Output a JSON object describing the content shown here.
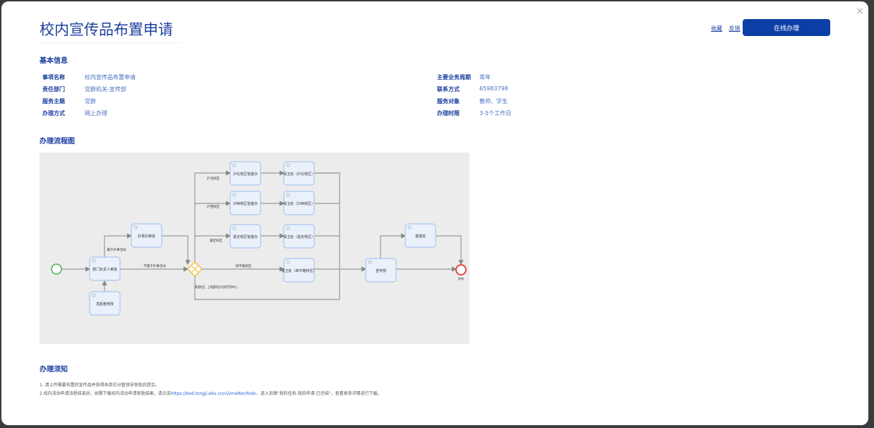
{
  "header": {
    "title": "校内宣传品布置申请",
    "favorite": "收藏",
    "feedback": "反馈",
    "apply_button": "在线办理",
    "close": "×"
  },
  "basic": {
    "heading": "基本信息",
    "left": [
      {
        "k": "事项名称",
        "v": "校内宣传品布置申请"
      },
      {
        "k": "责任部门",
        "v": "党群机关-宣传部"
      },
      {
        "k": "服务主题",
        "v": "党群"
      },
      {
        "k": "办理方式",
        "v": "网上办理"
      }
    ],
    "right": [
      {
        "k": "主要业务周期",
        "v": "常年"
      },
      {
        "k": "联系方式",
        "v": "65983798"
      },
      {
        "k": "服务对象",
        "v": "教师、学生"
      },
      {
        "k": "办理时限",
        "v": "3-5个工作日"
      }
    ]
  },
  "flow": {
    "heading": "办理流程图",
    "nodes": {
      "dept": "部门负责人审批",
      "initiator": "发起者修改",
      "foreign": "外事办审批",
      "hb": "沪北校区管委办",
      "hx": "沪西校区管委办",
      "jd": "嘉定校区管委办",
      "bw_hb": "保卫处（沪北校区）",
      "bw_hx": "保卫处（沪西校区）",
      "bw_jd": "保卫处（嘉定校区）",
      "bw_sp": "保卫处（四平路校区）",
      "xcb": "宣传部",
      "jj": "基建处",
      "end": "结束"
    },
    "edges": {
      "foreign_yes": "属于外事活动",
      "foreign_no": "不属于外事活动",
      "hb": "沪北校区",
      "hx": "沪西校区",
      "jd": "嘉定校区",
      "sp": "四平路校区",
      "other": "铁道校区、上海国际设计创新学院中心"
    }
  },
  "notes": {
    "heading": "办理须知",
    "line1": "1. 请上传需要布置的宣传品并获得各单位分管领导审批后提交。",
    "line2_pre": "2.校内活动申请流程结束后，如需下载校内活动申请审批结果，请点击",
    "link": "https://bxd.tongji.edu.cn/v2/matter/todo",
    "line2_post": "，进入页面\"我的任务-我的申请-已完结\"，查看表单详情进行下载。"
  }
}
